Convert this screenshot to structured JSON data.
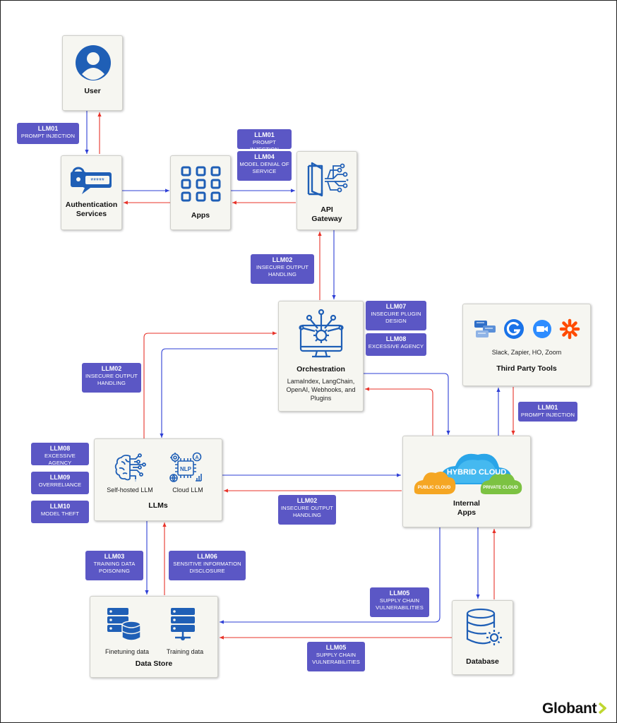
{
  "colors": {
    "risk_tag": "#5b57c5",
    "forward_flow": "#2e3fd6",
    "return_flow": "#e8332a",
    "icon_blue": "#1f5fb6",
    "brand_green": "#bfd730"
  },
  "nodes": {
    "user": {
      "title": "User"
    },
    "auth": {
      "title_line1": "Authentication",
      "title_line2": "Services"
    },
    "apps": {
      "title": "Apps"
    },
    "gateway": {
      "title_line1": "API",
      "title_line2": "Gateway"
    },
    "orchestration": {
      "title": "Orchestration",
      "sub_line1": "LamaIndex, LangChain,",
      "sub_line2": "OpenAI, Webhooks, and",
      "sub_line3": "Plugins"
    },
    "third_party": {
      "title": "Third Party Tools",
      "sub": "Slack, Zapier, HO, Zoom"
    },
    "llms": {
      "title": "LLMs",
      "left_label": "Self-hosted LLM",
      "right_label": "Cloud LLM"
    },
    "internal_apps": {
      "title_line1": "Internal",
      "title_line2": "Apps",
      "cloud_center": "HYBRID CLOUD",
      "cloud_left": "PUBLIC CLOUD",
      "cloud_right": "PRIVATE CLOUD"
    },
    "data_store": {
      "title": "Data Store",
      "left_label": "Finetuning data",
      "right_label": "Training data"
    },
    "database": {
      "title": "Database"
    }
  },
  "tags": {
    "user_auth": {
      "code": "LLM01",
      "line1": "PROMPT INJECTION"
    },
    "gw_01": {
      "code": "LLM01",
      "line1": "PROMPT INJECTION"
    },
    "gw_04": {
      "code": "LLM04",
      "line1": "MODEL DENIAL OF",
      "line2": "SERVICE"
    },
    "gw_orch_02": {
      "code": "LLM02",
      "line1": "INSECURE OUTPUT",
      "line2": "HANDLING"
    },
    "orch_07": {
      "code": "LLM07",
      "line1": "INSECURE PLUGIN",
      "line2": "DESIGN"
    },
    "orch_08": {
      "code": "LLM08",
      "line1": "EXCESSIVE AGENCY"
    },
    "orch_llm_02": {
      "code": "LLM02",
      "line1": "INSECURE OUTPUT",
      "line2": "HANDLING"
    },
    "third_01": {
      "code": "LLM01",
      "line1": "PROMPT INJECTION"
    },
    "llm_08": {
      "code": "LLM08",
      "line1": "EXCESSIVE AGENCY"
    },
    "llm_09": {
      "code": "LLM09",
      "line1": "OVERRELIANCE"
    },
    "llm_10": {
      "code": "LLM10",
      "line1": "MODEL THEFT"
    },
    "internal_llm_02": {
      "code": "LLM02",
      "line1": "INSECURE OUTPUT",
      "line2": "HANDLING"
    },
    "llm_ds_03": {
      "code": "LLM03",
      "line1": "TRAINING DATA",
      "line2": "POISONING"
    },
    "ds_llm_06": {
      "code": "LLM06",
      "line1": "SENSITIVE INFORMATION",
      "line2": "DISCLOSURE"
    },
    "int_ds_05": {
      "code": "LLM05",
      "line1": "SUPPLY CHAIN",
      "line2": "VULNERABILITIES"
    },
    "db_ds_05": {
      "code": "LLM05",
      "line1": "SUPPLY CHAIN",
      "line2": "VULNERABILITIES"
    }
  },
  "icons": [
    "user-icon",
    "password-chat-icon",
    "app-grid-icon",
    "circuit-door-icon",
    "monitor-gear-icon",
    "chat-bubbles-icon",
    "g-logo-icon",
    "video-camera-icon",
    "asterisk-icon",
    "brain-circuit-icon",
    "nlp-chip-icon",
    "server-database-icon",
    "server-rack-icon",
    "database-gear-icon",
    "hybrid-cloud-icon"
  ],
  "brand": {
    "logo_text": "Globant"
  }
}
